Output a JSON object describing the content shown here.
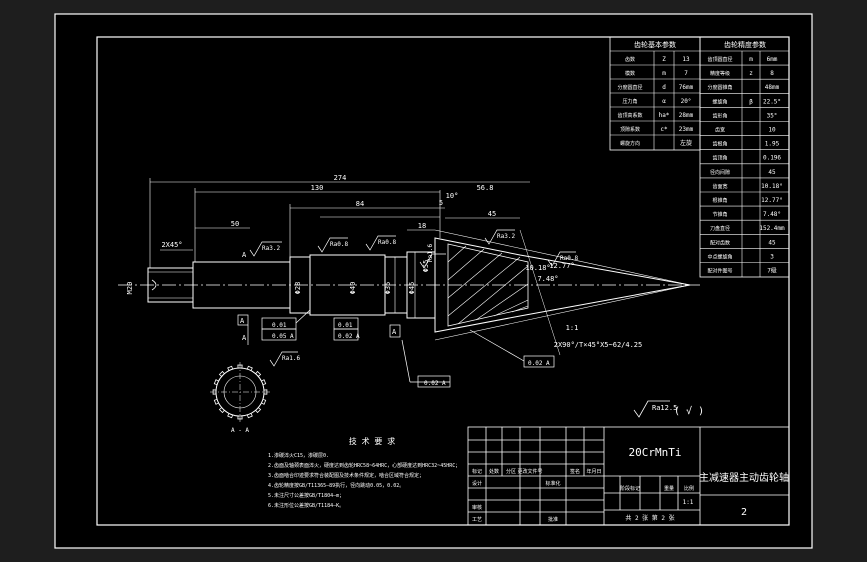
{
  "colors": {
    "ui_background": "#1e1e1e",
    "paper": "#000000",
    "line": "#ffffff",
    "dimension": "#ffffff",
    "highlight": "#ff2020"
  },
  "drawing": {
    "title_material": "20CrMnTi",
    "title_name": "主减速器主动齿轮轴",
    "sheet_number": "2",
    "sheet_note": "共 2 张  第 2 张",
    "scale": "1:1",
    "tech_title": "技 术 要 求",
    "tech_notes": [
      "1.渗碳淬火C15，渗碳层0.",
      "2.齿面及轴颈表面淬火，硬度达到齿轮HRC58~64HRC，心部硬度达到HRC32~45HRC；",
      "3.齿面啮合印迹要求符合装配图及技术条件规定，啮合区域符合规定；",
      "4.齿轮精度按GB/T11365—89执行，径向跳动0.05，0.02。",
      "5.未注尺寸公差按GB/T1804—m；",
      "6.未注形位公差按GB/T1184—K。"
    ],
    "section_label": "A - A",
    "roughness_label": "Ra12.5",
    "spline_note": "2X90°/T×45°X5~62/4.25",
    "param_table_left_title": "齿轮基本参数",
    "param_table_right_title": "齿轮精度参数",
    "params_left": [
      [
        "齿数",
        "Z",
        "13"
      ],
      [
        "模数",
        "m",
        "7"
      ],
      [
        "分度圆直径",
        "d",
        "76mm"
      ],
      [
        "压力角",
        "α",
        "20°"
      ],
      [
        "齿顶高系数",
        "ha*",
        "28mm"
      ],
      [
        "顶隙系数",
        "c*",
        "23mm"
      ],
      [
        "螺旋方向",
        "",
        "左旋"
      ]
    ],
    "params_right": [
      [
        "齿顶圆直径",
        "m",
        "6mm"
      ],
      [
        "精度等级",
        "z",
        "8"
      ],
      [
        "分度圆锥角",
        "",
        "48mm"
      ],
      [
        "螺旋角",
        "β",
        "22.5°"
      ],
      [
        "齿形角",
        "",
        "35°"
      ],
      [
        "齿宽",
        "",
        "10"
      ],
      [
        "齿根角",
        "",
        "1.95"
      ],
      [
        "齿顶角",
        "",
        "0.196"
      ],
      [
        "径向间隙",
        "",
        "45"
      ],
      [
        "齿面宽",
        "",
        "10.18°"
      ],
      [
        "根锥角",
        "",
        "12.77°"
      ],
      [
        "节锥角",
        "",
        "7.48°"
      ],
      [
        "刀盘直径",
        "",
        "152.4mm"
      ],
      [
        "配对齿数",
        "",
        "45"
      ],
      [
        "中点螺旋角",
        "",
        "3"
      ],
      [
        "配对件图号",
        "",
        "7级"
      ]
    ],
    "dims": {
      "overall": "274",
      "mid": "130",
      "sub1": "84",
      "sub2": "56.8",
      "left_len": "50",
      "g1": "45",
      "g2": "18",
      "g3": "5",
      "g4": "10°",
      "dia_left": "M20",
      "dia_a": "Φ28",
      "dia_b": "Φ40",
      "dia_c": "Φ35",
      "dia_d": "Φ45",
      "dia_e": "Φ55",
      "ang1": "10.18°",
      "ang2": "7.48°",
      "ang3": "12.77°",
      "ang4": "1:1",
      "chamfer": "2X45°"
    },
    "roughness": [
      "Ra3.2",
      "Ra0.8",
      "Ra0.8",
      "Ra3.2",
      "Ra1.6",
      "Ra0.8",
      "Ra1.6"
    ],
    "tolerances": [
      "0.01",
      "0.05 A",
      "0.01",
      "0.02 A",
      "0.02 A",
      "0.02 A"
    ],
    "datum": "A",
    "title_block_labels": {
      "mark": "标记",
      "count": "处数",
      "zone": "分区",
      "doc": "更改文件号",
      "sign": "签名",
      "date": "年月日",
      "design": "设计",
      "std": "标准化",
      "review": "审核",
      "process": "工艺",
      "approve": "批准",
      "stage": "阶段标记",
      "weight": "重量",
      "ratio": "比例"
    }
  }
}
